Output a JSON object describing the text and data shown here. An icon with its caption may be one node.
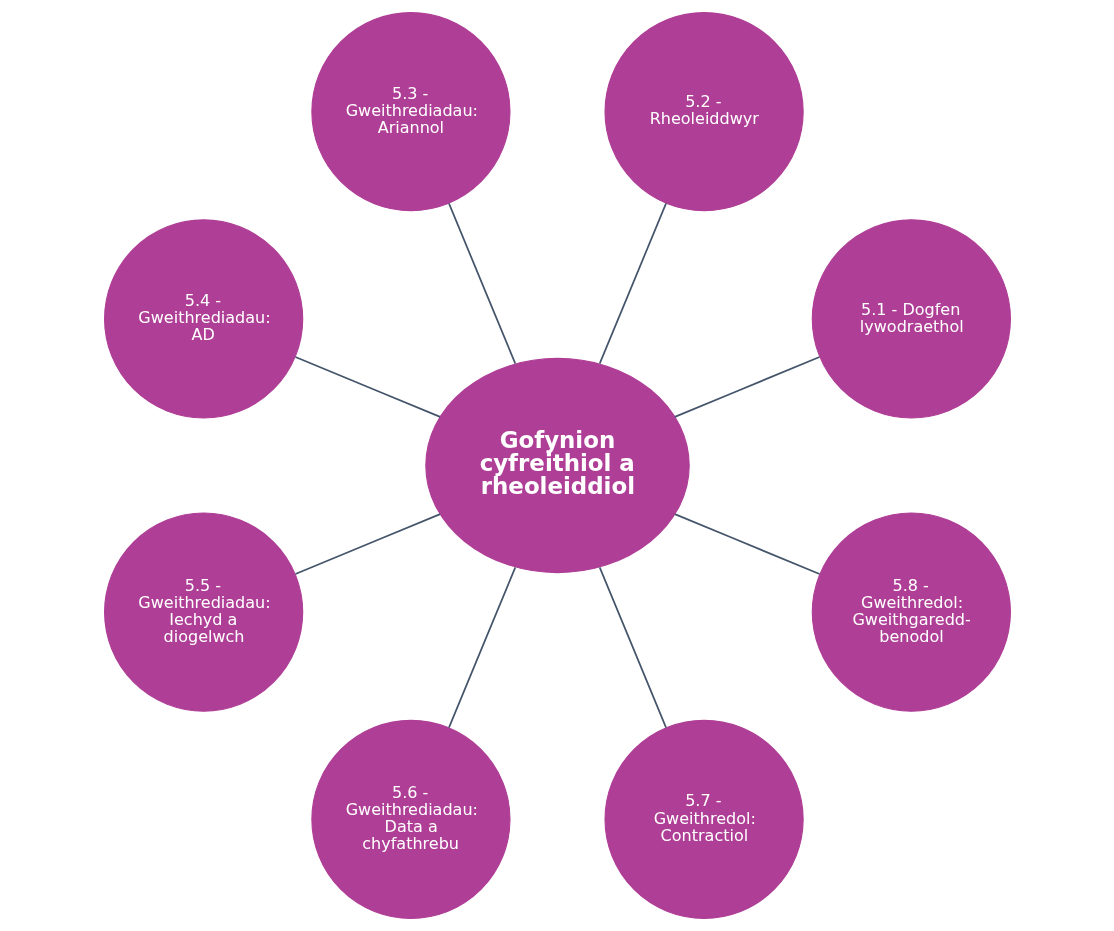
{
  "diagram": {
    "nodes": [
      {
        "text": [
          "Gofynion cyfreithiol a rheoleiddiol"
        ]
      },
      {
        "text": [
          "5.1 - Dogfen lywodraethol"
        ]
      },
      {
        "text": [
          "5.2 - Rheoleiddwyr"
        ]
      },
      {
        "text": [
          "5.3 - Gweithrediadau: Ariannol"
        ]
      },
      {
        "text": [
          "5.4 - Gweithrediadau: AD"
        ]
      },
      {
        "text": [
          "5.5 - Gweithrediadau: Iechyd a diogelwch"
        ]
      },
      {
        "text": [
          "5.6 - Gweithrediadau: Data a chyfathrebu"
        ]
      },
      {
        "text": [
          "5.7 - Gweithredol: Contractiol"
        ]
      },
      {
        "text": [
          "5.8 - Gweithredol: Gweithgaredd-benodol"
        ]
      }
    ],
    "edges": [
      {
        "from": 0,
        "to": 1,
        "arrow": "none"
      },
      {
        "from": 0,
        "to": 2,
        "arrow": "none"
      },
      {
        "from": 0,
        "to": 3,
        "arrow": "none"
      },
      {
        "from": 0,
        "to": 4,
        "arrow": "none"
      },
      {
        "from": 0,
        "to": 5,
        "arrow": "none"
      },
      {
        "from": 0,
        "to": 6,
        "arrow": "none"
      },
      {
        "from": 0,
        "to": 7,
        "arrow": "none"
      },
      {
        "from": 0,
        "to": 8,
        "arrow": "none"
      }
    ]
  }
}
